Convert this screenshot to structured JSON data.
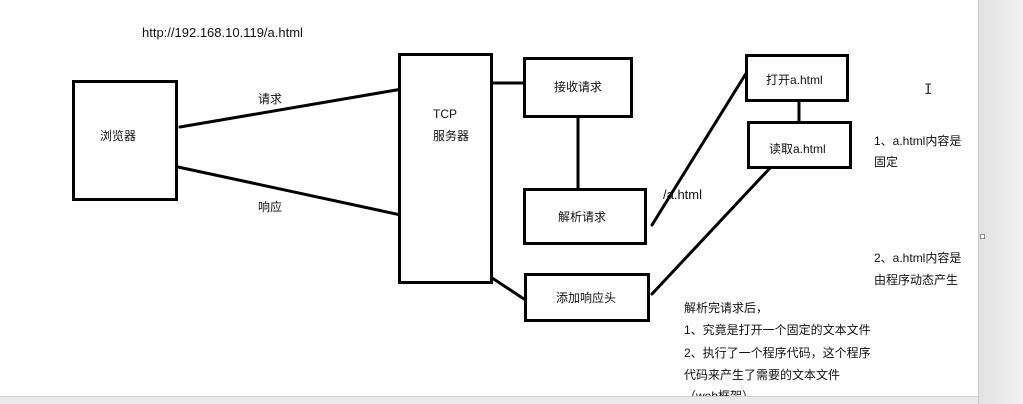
{
  "url_text": "http://192.168.10.119/a.html",
  "browser_label": "浏览器",
  "server_label_line1": "TCP",
  "server_label_line2": "服务器",
  "request_label": "请求",
  "response_label": "响应",
  "receive_label": "接收请求",
  "parse_label": "解析请求",
  "add_header_label": "添加响应头",
  "path_label": "/a.html",
  "open_label": "打开a.html",
  "read_label": "读取a.html",
  "note1": [
    "1、a.html内容是",
    "固定"
  ],
  "note2": [
    "2、a.html内容是",
    "由程序动态产生"
  ],
  "explanation": [
    "解析完请求后，",
    "1、究竟是打开一个固定的文本文件",
    "2、执行了一个程序代码，这个程序",
    "代码来产生了需要的文本文件",
    "（web框架）"
  ]
}
